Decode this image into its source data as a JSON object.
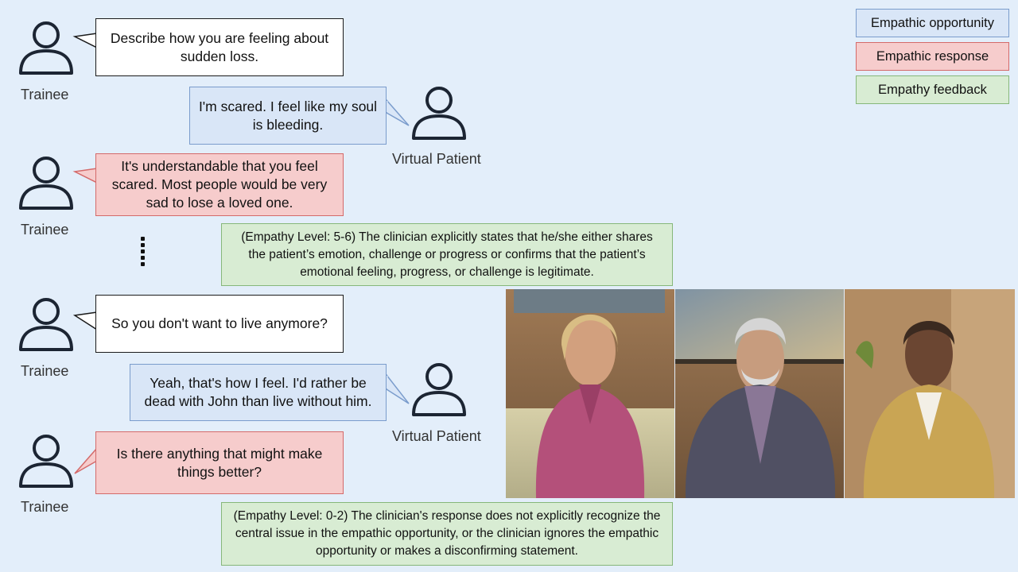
{
  "legend": {
    "opportunity": "Empathic opportunity",
    "response": "Empathic response",
    "feedback": "Empathy feedback"
  },
  "roles": {
    "trainee": "Trainee",
    "patient": "Virtual Patient"
  },
  "dialogue": {
    "t1": "Describe how you are feeling about sudden loss.",
    "p1": "I'm scared. I feel like my soul is bleeding.",
    "t2": "It's understandable that you feel scared. Most people would be very sad to lose a loved one.",
    "fb1": "(Empathy Level: 5-6) The clinician explicitly states that he/she either shares the patient’s emotion, challenge or progress or confirms that the patient’s emotional feeling, progress, or challenge is legitimate.",
    "t3": "So you don't want to live anymore?",
    "p2": "Yeah, that's how I feel. I'd rather be dead with John than live without him.",
    "t4": "Is there anything that might make things better?",
    "fb2": "(Empathy Level: 0-2) The clinician's response does not explicitly recognize the central issue in the empathic opportunity, or the clinician ignores the empathic opportunity or makes a disconfirming statement."
  },
  "colors": {
    "background": "#e3eefa",
    "opportunity_fill": "#d9e6f7",
    "response_fill": "#f6cccc",
    "feedback_fill": "#d8ecd3"
  }
}
